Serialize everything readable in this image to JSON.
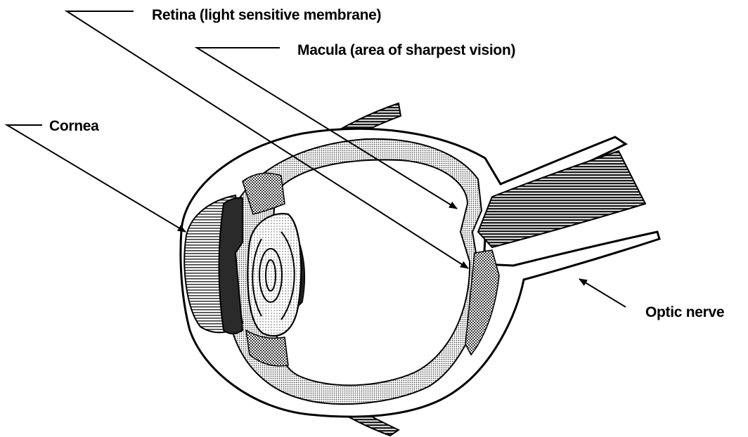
{
  "labels": {
    "retina": "Retina (light sensitive membrane)",
    "macula": "Macula (area of sharpest vision)",
    "cornea": "Cornea",
    "optic_nerve": "Optic nerve"
  },
  "colors": {
    "ink": "#000000",
    "background": "#ffffff",
    "shade_dark": "#4a4a4a",
    "shade_mid": "#8c8c8c",
    "shade_light": "#c8c8c8"
  }
}
